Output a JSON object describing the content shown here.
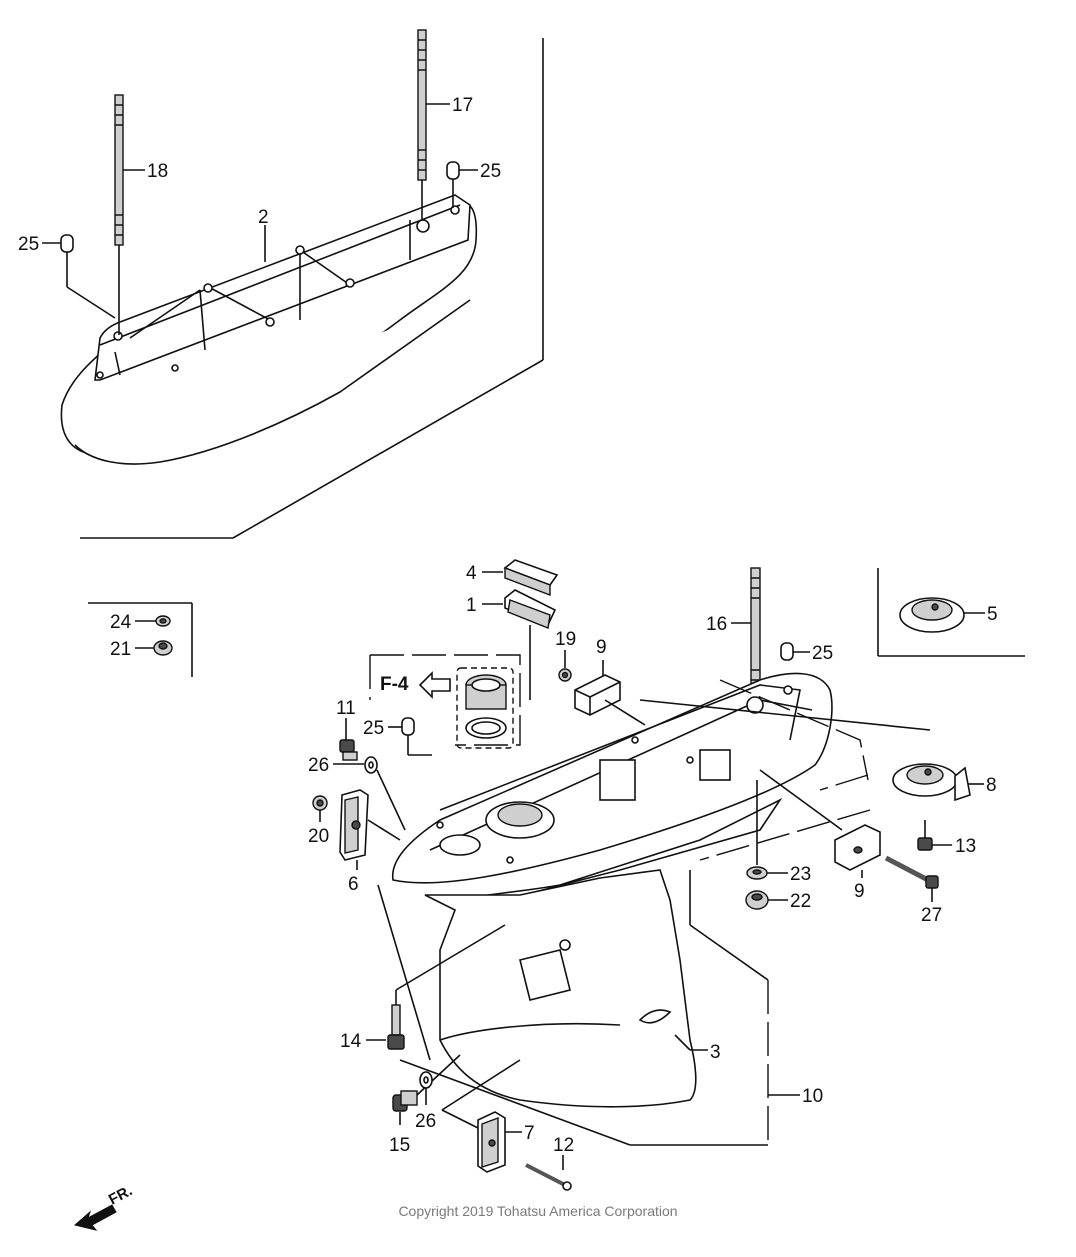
{
  "diagram": {
    "copyright": "Copyright 2019 Tohatsu America Corporation",
    "reference": "F-4",
    "direction_label": "FR.",
    "callouts": [
      "1",
      "2",
      "3",
      "4",
      "5",
      "6",
      "7",
      "8",
      "9",
      "9",
      "10",
      "11",
      "12",
      "13",
      "14",
      "15",
      "16",
      "17",
      "18",
      "19",
      "20",
      "21",
      "22",
      "23",
      "24",
      "25",
      "25",
      "25",
      "25",
      "26",
      "26",
      "27"
    ]
  }
}
